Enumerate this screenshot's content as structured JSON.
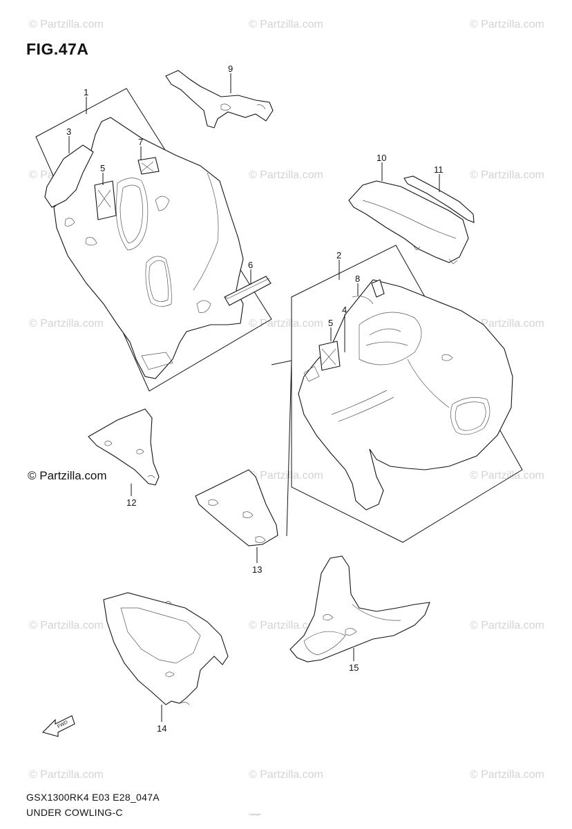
{
  "figure_title": "FIG.47A",
  "brand": "© Partzilla.com",
  "watermark_text": "© Partzilla.com",
  "model_code": "GSX1300RK4 E03 E28_047A",
  "section_name": "UNDER COWLING-C",
  "fwd_label": "FWD",
  "copyright_note": "Copyright",
  "callouts": [
    "1",
    "2",
    "3",
    "4",
    "5",
    "5",
    "6",
    "7",
    "8",
    "9",
    "10",
    "11",
    "12",
    "13",
    "14",
    "15"
  ]
}
